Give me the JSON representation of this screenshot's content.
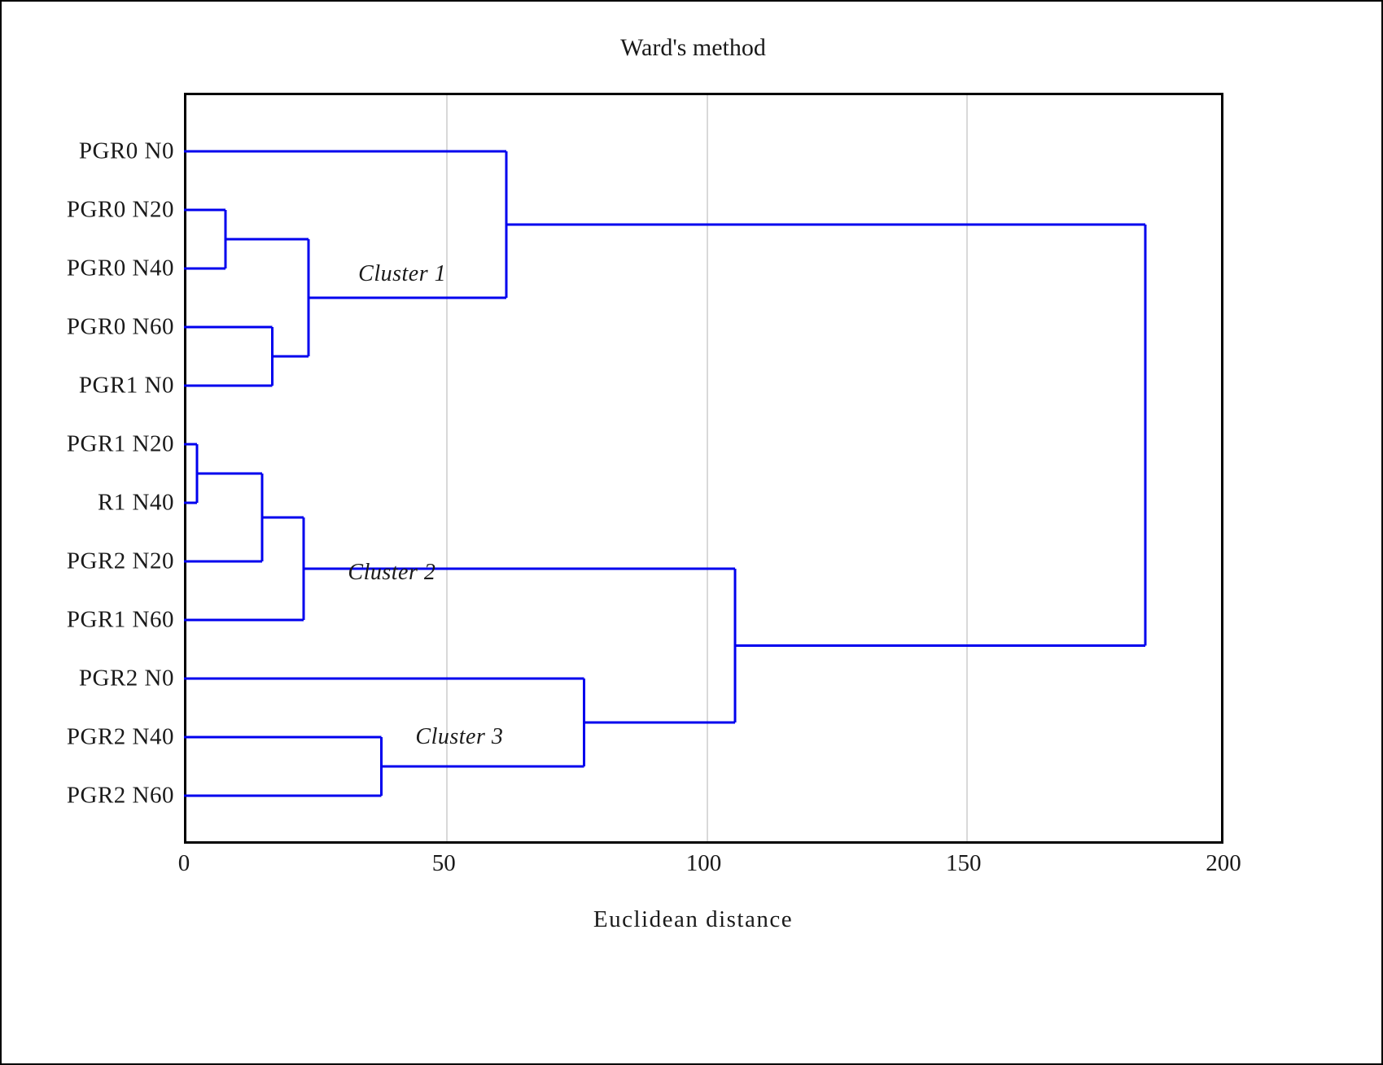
{
  "chart_data": {
    "type": "dendrogram",
    "title": "Ward's method",
    "xlabel": "Euclidean distance",
    "ylabel": "",
    "xlim": [
      0,
      200
    ],
    "xticks": [
      0,
      50,
      100,
      150,
      200
    ],
    "xtick_labels": [
      "0",
      "50",
      "100",
      "150",
      "200"
    ],
    "grid": "vertical-at-xticks",
    "line_color": "#0000ee",
    "grid_color": "#d9d9d9",
    "frame_color": "#000000",
    "leaves": [
      "PGR0 N0",
      "PGR0 N20",
      "PGR0 N40",
      "PGR0 N60",
      "PGR1 N0",
      "PGR1 N20",
      "R1 N40",
      "PGR2 N20",
      "PGR1 N60",
      "PGR2 N0",
      "PGR2 N40",
      "PGR2 N60"
    ],
    "merges": [
      {
        "id": "m1",
        "children": [
          "PGR1 N20",
          "R1 N40"
        ],
        "distance": 2.5
      },
      {
        "id": "m2",
        "children": [
          "PGR0 N20",
          "PGR0 N40"
        ],
        "distance": 8
      },
      {
        "id": "m3",
        "children": [
          "PGR2 N20",
          "m1"
        ],
        "distance": 15
      },
      {
        "id": "m4",
        "children": [
          "PGR0 N60",
          "PGR1 N0"
        ],
        "distance": 17
      },
      {
        "id": "m5",
        "children": [
          "PGR1 N60",
          "m3"
        ],
        "distance": 23
      },
      {
        "id": "m6",
        "children": [
          "m2",
          "m4"
        ],
        "distance": 24
      },
      {
        "id": "m7",
        "children": [
          "PGR2 N40",
          "PGR2 N60"
        ],
        "distance": 38
      },
      {
        "id": "m8",
        "children": [
          "PGR0 N0",
          "m6"
        ],
        "distance": 62
      },
      {
        "id": "m9",
        "children": [
          "PGR2 N0",
          "m7"
        ],
        "distance": 77
      },
      {
        "id": "m10",
        "children": [
          "m5",
          "m9"
        ],
        "distance": 106
      },
      {
        "id": "m11",
        "children": [
          "m8",
          "m10"
        ],
        "distance": 185
      }
    ],
    "annotations": [
      {
        "text": "Cluster 1",
        "x": 42,
        "leaf_center": 2.1
      },
      {
        "text": "Cluster 2",
        "x": 40,
        "leaf_center": 7.2
      },
      {
        "text": "Cluster 3",
        "x": 53,
        "leaf_center": 10.0
      }
    ]
  },
  "axis": {
    "tick_labels": [
      "0",
      "50",
      "100",
      "150",
      "200"
    ],
    "title": "Euclidean distance"
  },
  "header": {
    "title": "Ward's method"
  },
  "annotations": {
    "cluster1": "Cluster 1",
    "cluster2": "Cluster 2",
    "cluster3": "Cluster 3"
  },
  "leaf_labels": [
    "PGR0 N0",
    "PGR0 N20",
    "PGR0 N40",
    "PGR0 N60",
    "PGR1 N0",
    "PGR1 N20",
    "R1 N40",
    "PGR2 N20",
    "PGR1 N60",
    "PGR2 N0",
    "PGR2 N40",
    "PGR2 N60"
  ]
}
